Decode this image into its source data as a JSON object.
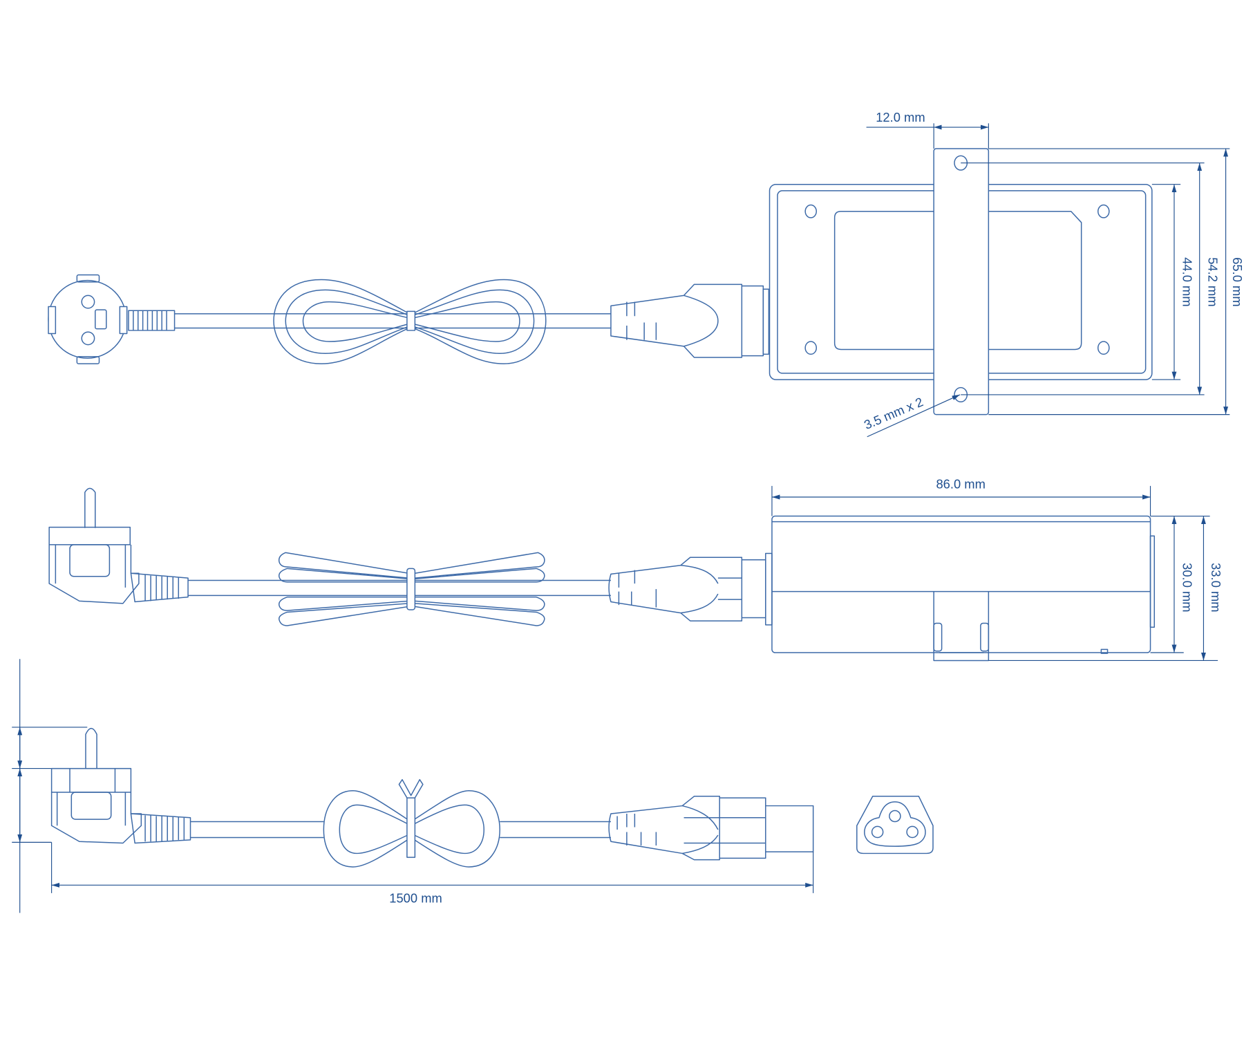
{
  "dimensions": {
    "bracket_width": "12.0 mm",
    "overall_height": "65.0 mm",
    "hole_spacing": "54.2 mm",
    "body_height": "44.0 mm",
    "hole_diameter": "3.5 mm x 2",
    "body_length": "86.0 mm",
    "body_thickness": "30.0 mm",
    "overall_thickness": "33.0 mm",
    "cable_length": "1500 mm"
  },
  "colors": {
    "line": "#3d6aa8",
    "dimension": "#1f4f8f"
  }
}
